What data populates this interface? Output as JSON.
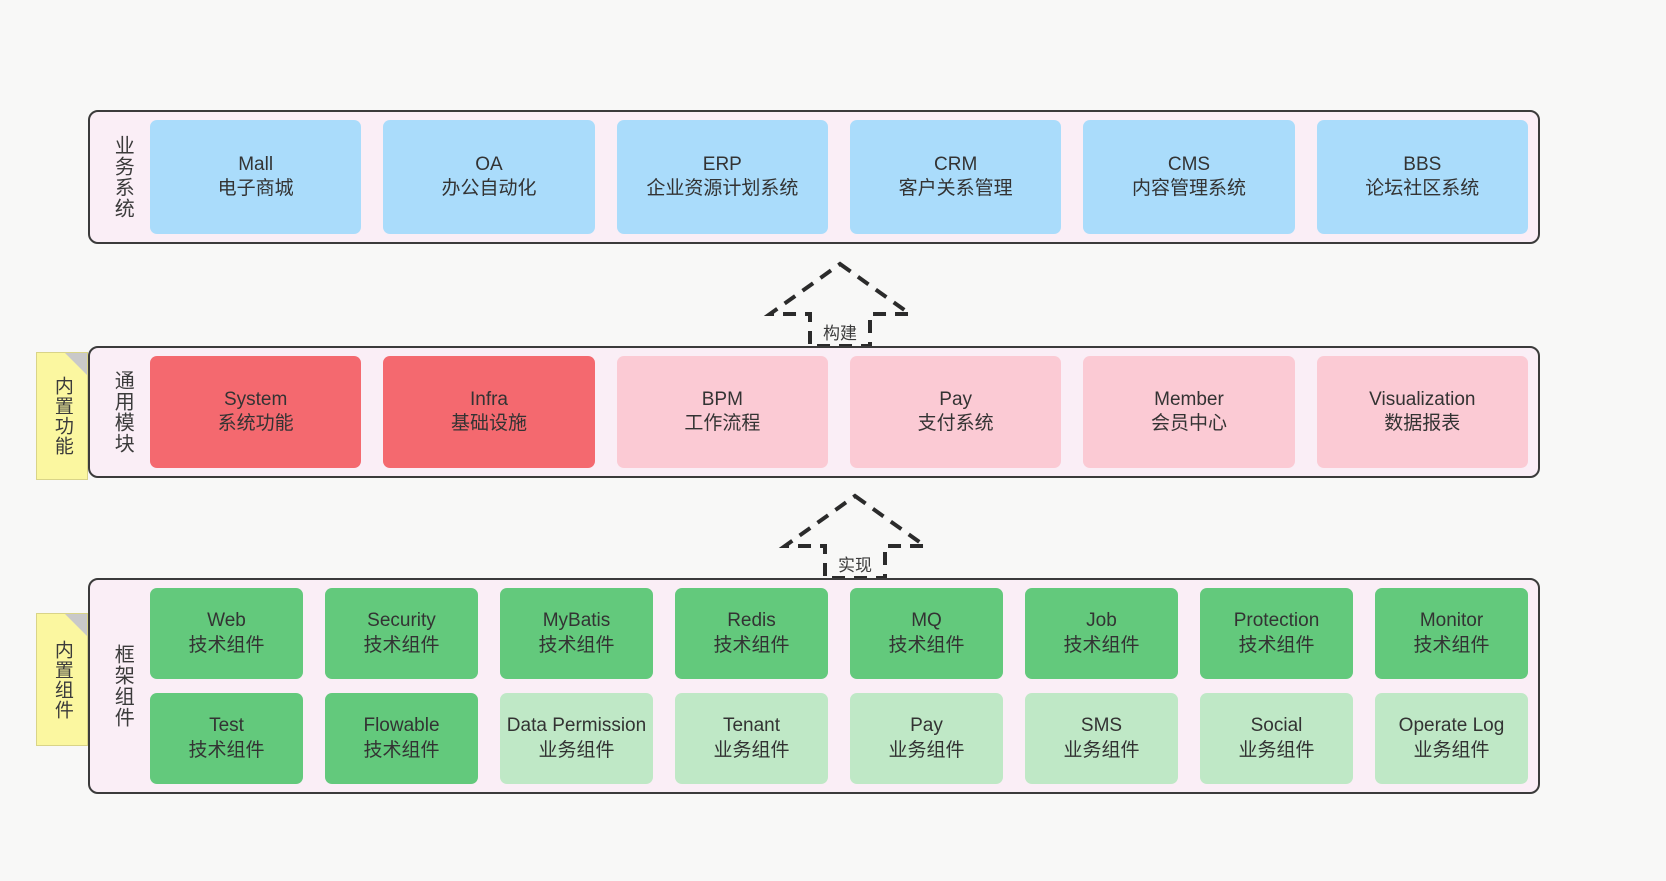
{
  "diagram": {
    "title": "System architecture layers",
    "colors": {
      "panel_bg": "#faeef6",
      "panel_border": "#3b3b3b",
      "business_card": "#aadcfb",
      "core_module_card": "#f4696f",
      "module_card": "#fbcad4",
      "tech_component_card": "#63c97c",
      "business_component_card": "#bfe8c6",
      "sticky_note": "#fbf7a0",
      "sticky_fold": "#c9c9c9",
      "background": "#f8f8f7"
    }
  },
  "layers": {
    "business": {
      "title": "业务系统",
      "rows": [
        [
          {
            "en": "Mall",
            "cn": "电子商城",
            "style": "c-blue"
          },
          {
            "en": "OA",
            "cn": "办公自动化",
            "style": "c-blue"
          },
          {
            "en": "ERP",
            "cn": "企业资源计划系统",
            "style": "c-blue"
          },
          {
            "en": "CRM",
            "cn": "客户关系管理",
            "style": "c-blue"
          },
          {
            "en": "CMS",
            "cn": "内容管理系统",
            "style": "c-blue"
          },
          {
            "en": "BBS",
            "cn": "论坛社区系统",
            "style": "c-blue"
          }
        ]
      ]
    },
    "common": {
      "title": "通用模块",
      "rows": [
        [
          {
            "en": "System",
            "cn": "系统功能",
            "style": "c-red"
          },
          {
            "en": "Infra",
            "cn": "基础设施",
            "style": "c-red"
          },
          {
            "en": "BPM",
            "cn": "工作流程",
            "style": "c-pink"
          },
          {
            "en": "Pay",
            "cn": "支付系统",
            "style": "c-pink"
          },
          {
            "en": "Member",
            "cn": "会员中心",
            "style": "c-pink"
          },
          {
            "en": "Visualization",
            "cn": "数据报表",
            "style": "c-pink"
          }
        ]
      ]
    },
    "framework": {
      "title": "框架组件",
      "rows": [
        [
          {
            "en": "Web",
            "cn": "技术组件",
            "style": "c-green"
          },
          {
            "en": "Security",
            "cn": "技术组件",
            "style": "c-green"
          },
          {
            "en": "MyBatis",
            "cn": "技术组件",
            "style": "c-green"
          },
          {
            "en": "Redis",
            "cn": "技术组件",
            "style": "c-green"
          },
          {
            "en": "MQ",
            "cn": "技术组件",
            "style": "c-green"
          },
          {
            "en": "Job",
            "cn": "技术组件",
            "style": "c-green"
          },
          {
            "en": "Protection",
            "cn": "技术组件",
            "style": "c-green"
          },
          {
            "en": "Monitor",
            "cn": "技术组件",
            "style": "c-green"
          }
        ],
        [
          {
            "en": "Test",
            "cn": "技术组件",
            "style": "c-green"
          },
          {
            "en": "Flowable",
            "cn": "技术组件",
            "style": "c-green"
          },
          {
            "en": "Data Permission",
            "cn": "业务组件",
            "style": "c-green-light"
          },
          {
            "en": "Tenant",
            "cn": "业务组件",
            "style": "c-green-light"
          },
          {
            "en": "Pay",
            "cn": "业务组件",
            "style": "c-green-light"
          },
          {
            "en": "SMS",
            "cn": "业务组件",
            "style": "c-green-light"
          },
          {
            "en": "Social",
            "cn": "业务组件",
            "style": "c-green-light"
          },
          {
            "en": "Operate Log",
            "cn": "业务组件",
            "style": "c-green-light"
          }
        ]
      ]
    }
  },
  "stickies": {
    "builtin_feature": "内置功能",
    "builtin_component": "内置组件"
  },
  "arrows": {
    "build": "构建",
    "realize": "实现"
  }
}
